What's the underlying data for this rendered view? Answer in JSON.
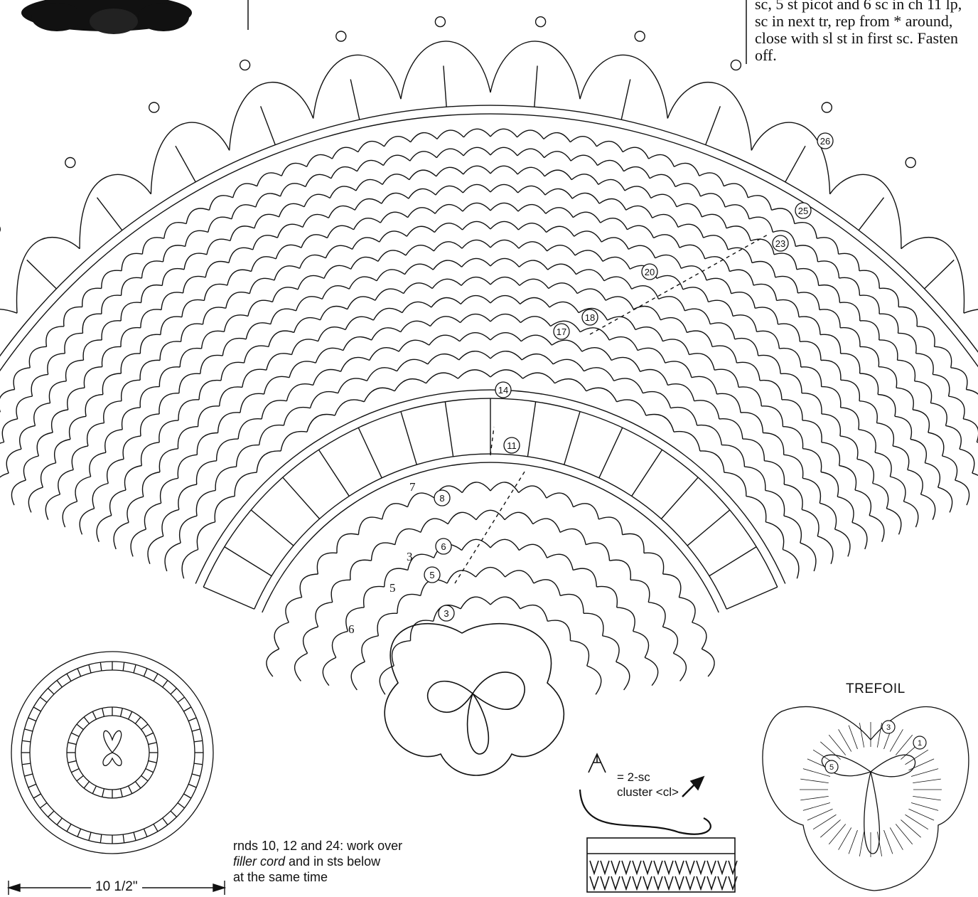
{
  "instructions": {
    "line1": "sc, 5 st picot and 6 sc in ch 11 lp,",
    "line2": "sc in next tr, rep from * around,",
    "line3": "close with sl st in first sc. Fasten",
    "line4": "off."
  },
  "note": {
    "part1": "rnds 10, 12 and 24: work over",
    "italic": "filler cord",
    "part2": " and in sts below",
    "part3": "at the same time"
  },
  "legend": {
    "line1": "= 2-sc",
    "line2": "cluster <cl>"
  },
  "trefoil": {
    "title": "TREFOIL",
    "rounds": [
      "1",
      "3",
      "5"
    ]
  },
  "dimension": "10 1/2\"",
  "round_markers": [
    "3",
    "5",
    "6",
    "8",
    "11",
    "14",
    "17",
    "18",
    "20",
    "23",
    "25",
    "26"
  ],
  "chain_counts": [
    "3",
    "5",
    "6",
    "7"
  ],
  "colors": {
    "ink": "#111111",
    "paper": "#ffffff"
  }
}
